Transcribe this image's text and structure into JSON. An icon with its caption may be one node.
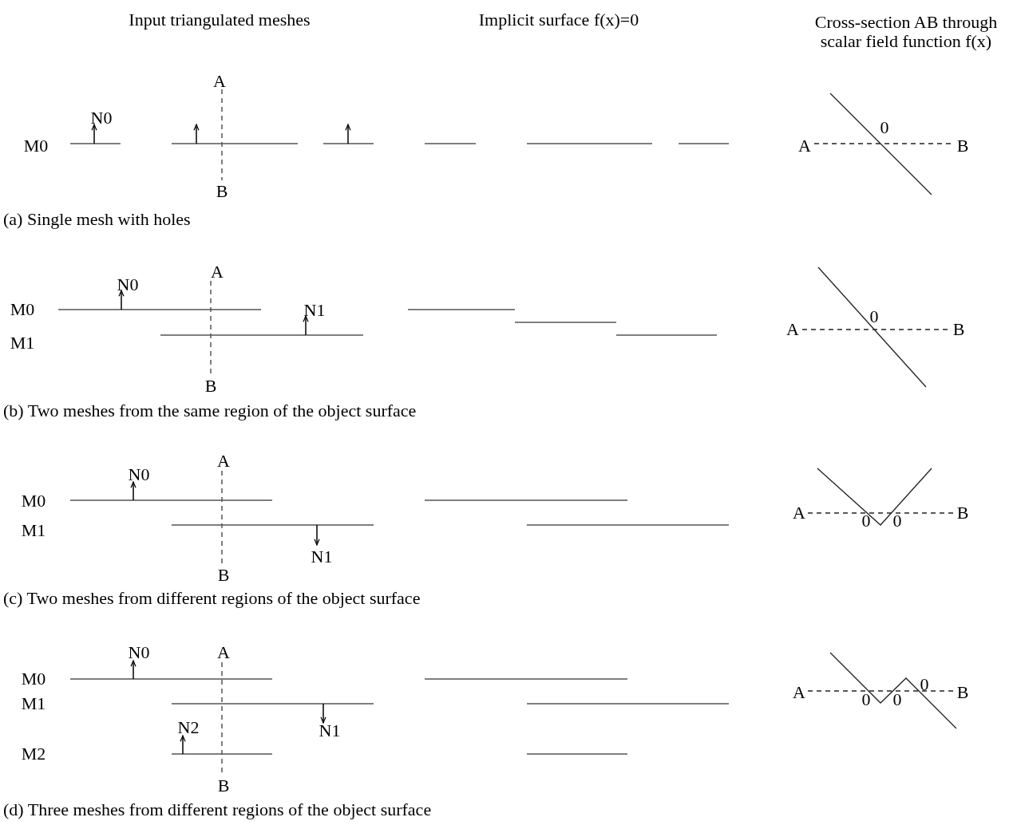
{
  "diagram": {
    "labels": [
      "Input triangulated meshes",
      "Implicit surface f(x)=0",
      "Cross-section AB through scalar field function f(x)",
      "A",
      "N0",
      "0",
      "M0",
      "A",
      "B",
      "B",
      "(a) Single mesh with holes",
      "A",
      "N0",
      "0",
      "M0",
      "N1",
      "A",
      "B",
      "M1",
      "B",
      "(b) Two meshes from the same region of the object surface",
      "A",
      "N0",
      "M0",
      "A",
      "0",
      "0",
      "B",
      "M1",
      "N1",
      "B",
      "(c) Two meshes from different regions of the object surface",
      "N0",
      "A",
      "M0",
      "A",
      "0",
      "B",
      "M1",
      "N1",
      "0",
      "0",
      "N2",
      "M2",
      "B",
      "(d) Three meshes from different regions of the object surface"
    ]
  }
}
